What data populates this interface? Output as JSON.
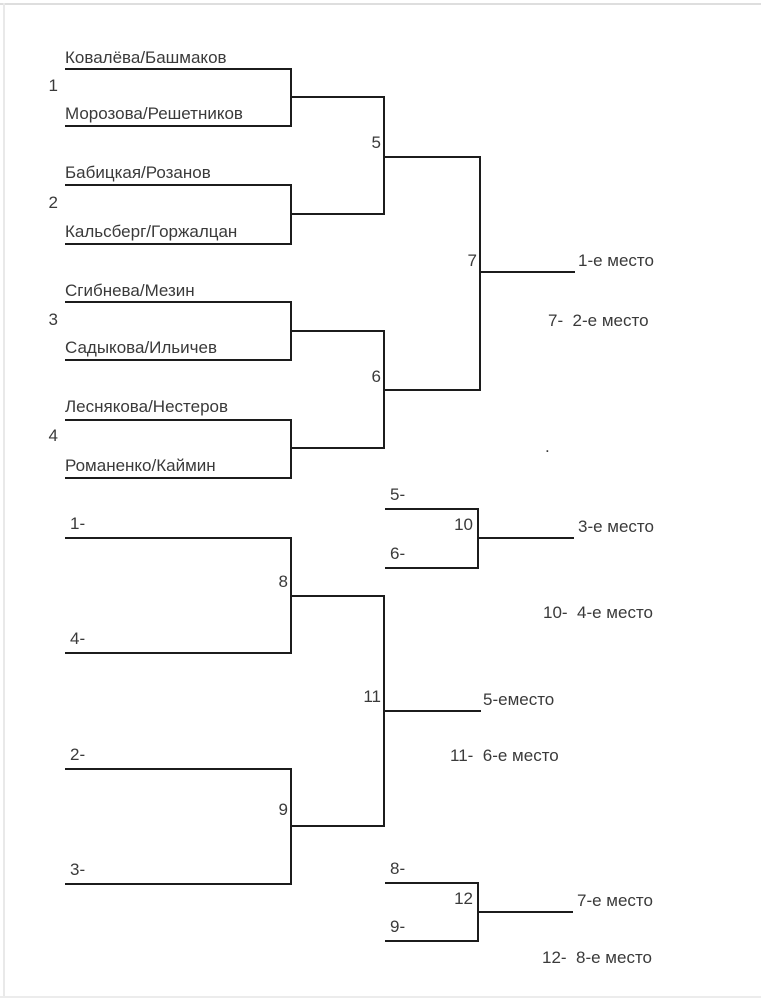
{
  "page": {
    "background": "#ffffff",
    "line_color": "#1c1c1c",
    "text_color": "#3a3a3a",
    "border_color": "#dedede"
  },
  "bracket": {
    "round1": [
      {
        "number": "1",
        "top": "Ковалёва/Башмаков",
        "bottom": "Морозова/Решетников"
      },
      {
        "number": "2",
        "top": "Бабицкая/Розанов",
        "bottom": "Кальсберг/Горжалцан"
      },
      {
        "number": "3",
        "top": "Сгибнева/Мезин",
        "bottom": "Садыкова/Ильичев"
      },
      {
        "number": "4",
        "top": "Леснякова/Нестеров",
        "bottom": "Романенко/Каймин"
      }
    ],
    "matches": {
      "m5": "5",
      "m6": "6",
      "m7": "7",
      "m8": "8",
      "m9": "9",
      "m10": "10",
      "m11": "11",
      "m12": "12"
    },
    "slots": {
      "w1": "1-",
      "w4": "4-",
      "w2": "2-",
      "w3": "3-",
      "l5": "5-",
      "l6": "6-",
      "l8": "8-",
      "l9": "9-"
    },
    "places": {
      "p1": "1-е место",
      "p2": "7-  2-е место",
      "p3": "3-е место",
      "p4": "10-  4-е место",
      "p5": "5-еместо",
      "p6": "11-  6-е место",
      "p7": "7-е место",
      "p8": "12-  8-е место"
    },
    "stray_dot": "."
  }
}
